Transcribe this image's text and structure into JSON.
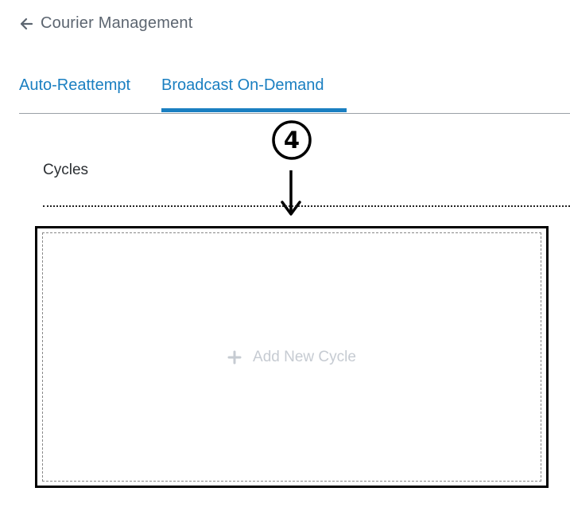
{
  "header": {
    "back_label": "Courier Management"
  },
  "tabs": [
    {
      "label": "Auto-Reattempt",
      "active": false
    },
    {
      "label": "Broadcast On-Demand",
      "active": true
    }
  ],
  "annotation": {
    "step": "4"
  },
  "cycles": {
    "title": "Cycles",
    "add_label": "Add New Cycle"
  },
  "colors": {
    "accent": "#1a7fc1",
    "muted_text": "#5c6570",
    "disabled_text": "#c6cbd2"
  }
}
